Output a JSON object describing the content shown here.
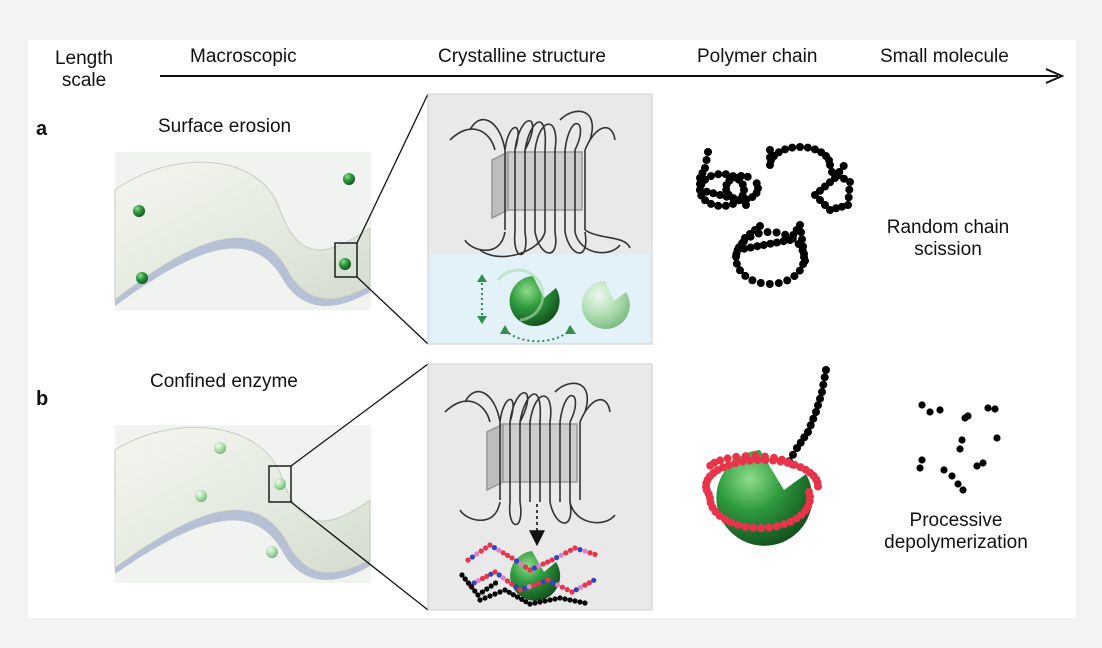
{
  "header": {
    "length_scale_line1": "Length",
    "length_scale_line2": "scale",
    "macroscopic": "Macroscopic",
    "crystalline": "Crystalline structure",
    "polymer": "Polymer chain",
    "small_molecule": "Small molecule"
  },
  "row_a": {
    "letter": "a",
    "title": "Surface erosion",
    "result_line1": "Random chain",
    "result_line2": "scission"
  },
  "row_b": {
    "letter": "b",
    "title": "Confined enzyme",
    "result_line1": "Processive",
    "result_line2": "depolymerization"
  },
  "colors": {
    "enzyme_green": "#2e9a3e",
    "solution_blue": "#e3f1f8",
    "film": "#e8ede3",
    "chain_red": "#e8344a",
    "chain_blue": "#3344bb",
    "chain_pink": "#d982c8"
  }
}
